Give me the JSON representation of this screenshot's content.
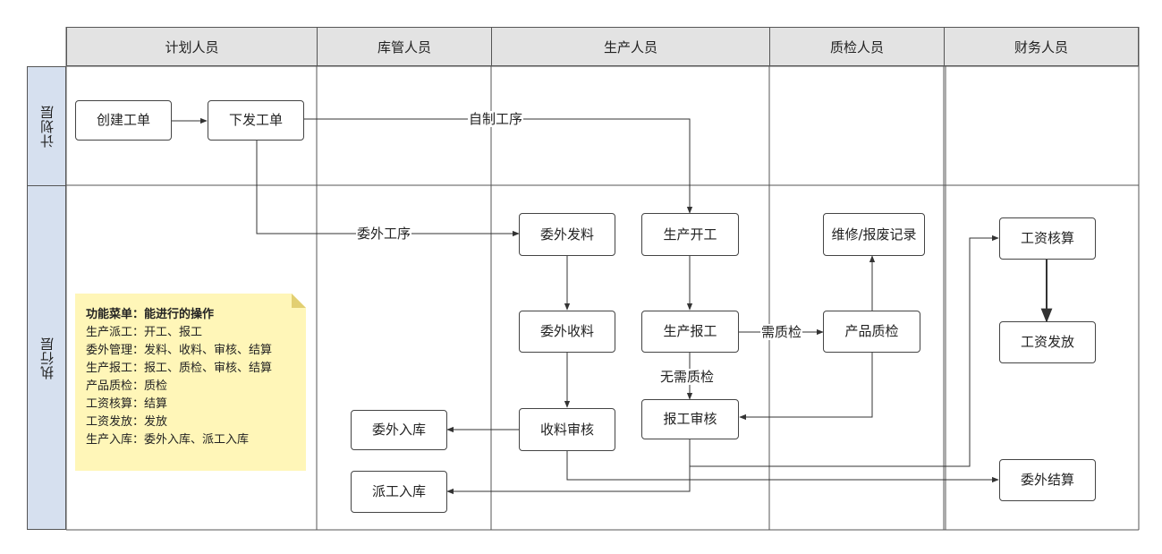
{
  "columns": {
    "planner": "计划人员",
    "warehouse": "库管人员",
    "production": "生产人员",
    "quality": "质检人员",
    "finance": "财务人员"
  },
  "rows": {
    "plan": "计划层",
    "execute": "执行层"
  },
  "nodes": {
    "create_order": "创建工单",
    "issue_order": "下发工单",
    "outsource_material": "委外发料",
    "production_start": "生产开工",
    "repair_scrap": "维修/报废记录",
    "outsource_receive": "委外收料",
    "production_report": "生产报工",
    "product_qc": "产品质检",
    "receive_review": "收料审核",
    "report_review": "报工审核",
    "outsource_stockin": "委外入库",
    "dispatch_stockin": "派工入库",
    "wage_calc": "工资核算",
    "wage_pay": "工资发放",
    "outsource_settle": "委外结算"
  },
  "edge_labels": {
    "self_process": "自制工序",
    "outsource_process": "委外工序",
    "need_qc": "需质检",
    "no_qc": "无需质检"
  },
  "note": {
    "title": "功能菜单：能进行的操作",
    "lines": [
      "生产派工：开工、报工",
      "委外管理：发料、收料、审核、结算",
      "生产报工：报工、质检、审核、结算",
      "产品质检：质检",
      "工资核算：结算",
      "工资发放：发放",
      "生产入库：委外入库、派工入库"
    ]
  },
  "colors": {
    "header_bg": "#e3e3e3",
    "lane_bg": "#d6e0ef",
    "note_bg": "#fff6b8",
    "line": "#444444"
  }
}
